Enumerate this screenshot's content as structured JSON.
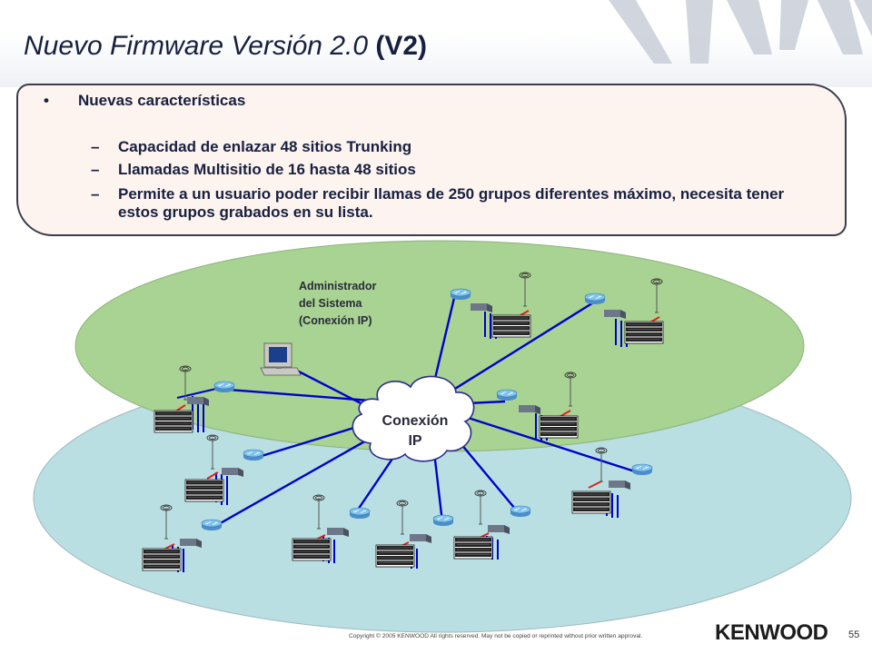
{
  "slide": {
    "title_main": "Nuevo Firmware Versión 2.0 ",
    "title_version": "(V2)",
    "bullet": "Nuevas características",
    "bullet_marker": "•",
    "dash": "–",
    "sub_items": [
      "Capacidad de enlazar 48 sitios Trunking",
      "Llamadas Multisitio de 16 hasta 48 sitios",
      "Permite a un usuario poder recibir llamas de 250 grupos diferentes máximo, necesita tener estos grupos grabados en su lista."
    ]
  },
  "diagram": {
    "admin_line1": "Administrador",
    "admin_line2": "del Sistema",
    "admin_line3": "(Conexión IP)",
    "cloud_line1": "Conexión",
    "cloud_line2": "IP",
    "icons": [
      "computer-icon",
      "router-icon",
      "switch-icon",
      "server-rack-icon",
      "antenna-icon",
      "cloud-icon"
    ],
    "colors": {
      "upper_ellipse": "#a5d18e",
      "lower_ellipse": "#b7dde0",
      "link": "#0000c8"
    }
  },
  "footer": {
    "copyright": "Copyright © 2005 KENWOOD All rights reserved. May not be copied or reprinted without prior written approval.",
    "logo": "KENWOOD",
    "page": "55"
  }
}
